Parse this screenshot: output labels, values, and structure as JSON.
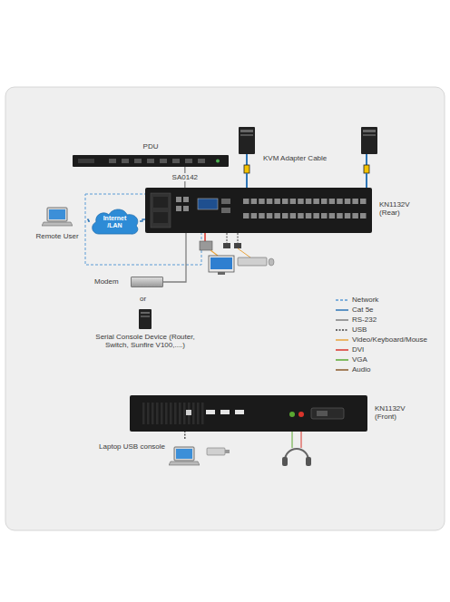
{
  "diagram": {
    "nodes": [
      {
        "text": [
          "PDU"
        ]
      },
      {
        "text": [
          "Remote User"
        ]
      },
      {
        "text": [
          "Internet /LAN"
        ]
      },
      {
        "text": [
          "KN1132V (Rear)"
        ]
      },
      {
        "text": [
          "Modem"
        ]
      },
      {
        "text": [
          "Serial Console Device (Router, Switch, Sunfire V100,....)"
        ]
      },
      {
        "text": [
          "KN1132V (Front)"
        ]
      },
      {
        "text": [
          "Laptop USB console"
        ]
      }
    ],
    "edges": [
      {
        "from": 0,
        "to": 3,
        "label": "SA0142",
        "arrow": "none"
      },
      {
        "from": 1,
        "to": 2,
        "arrow": "none"
      },
      {
        "from": 2,
        "to": 3,
        "arrow": "none"
      },
      {
        "from": 3,
        "to": 4,
        "arrow": "none"
      },
      {
        "from": 7,
        "to": 6,
        "arrow": "none"
      }
    ],
    "labels": [
      "KVM Adapter Cable",
      "or"
    ],
    "legend": [
      {
        "text": "Network",
        "color": "#5b9bd5"
      },
      {
        "text": "Cat 5e",
        "color": "#2e75b6"
      },
      {
        "text": "RS-232",
        "color": "#7f7f7f"
      },
      {
        "text": "USB",
        "color": "#404040"
      },
      {
        "text": "Video/Keyboard/Mouse",
        "color": "#e8a33c"
      },
      {
        "text": "DVI",
        "color": "#d9342b"
      },
      {
        "text": "VGA",
        "color": "#5aa832"
      },
      {
        "text": "Audio",
        "color": "#8b5a2b"
      }
    ]
  }
}
